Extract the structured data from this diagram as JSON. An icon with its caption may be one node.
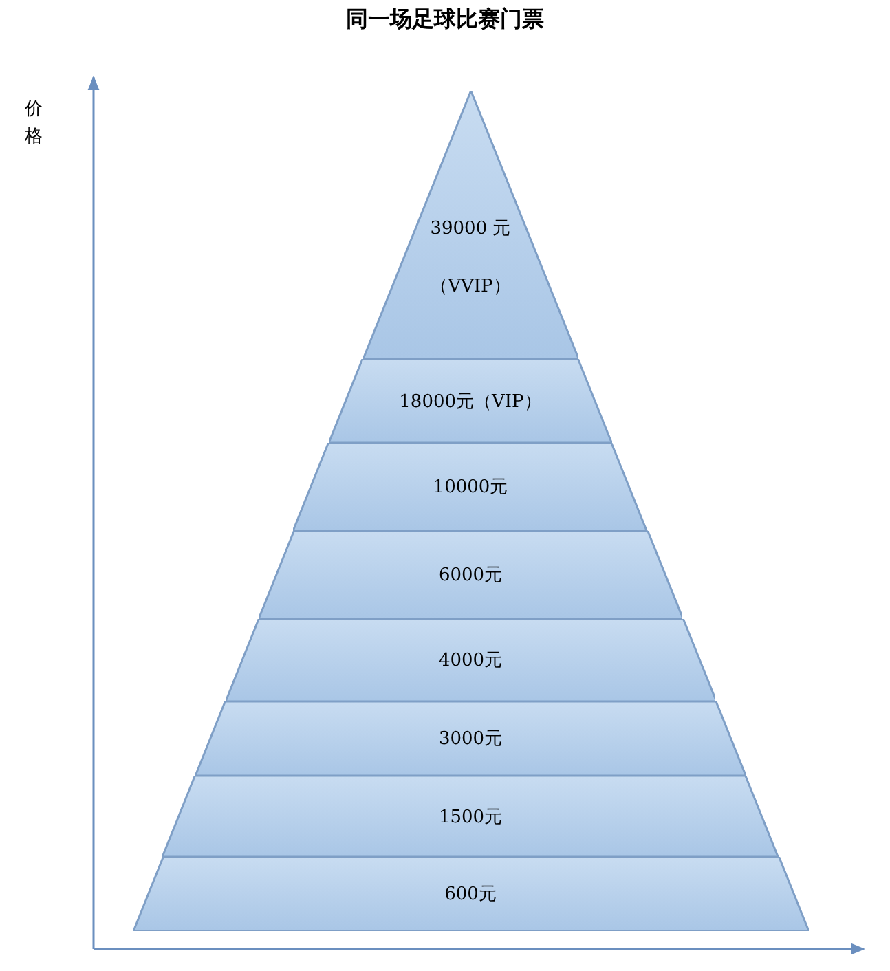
{
  "diagram": {
    "title": "同一场足球比赛门票",
    "nodes": [
      {
        "text": [
          "39000 元",
          "（VVIP）"
        ]
      },
      {
        "text": [
          "18000元（VIP）"
        ]
      },
      {
        "text": [
          "10000元"
        ]
      },
      {
        "text": [
          "6000元"
        ]
      },
      {
        "text": [
          "4000元"
        ]
      },
      {
        "text": [
          "3000元"
        ]
      },
      {
        "text": [
          "1500元"
        ]
      },
      {
        "text": [
          "600元"
        ]
      }
    ],
    "labels": [
      "价格"
    ]
  }
}
